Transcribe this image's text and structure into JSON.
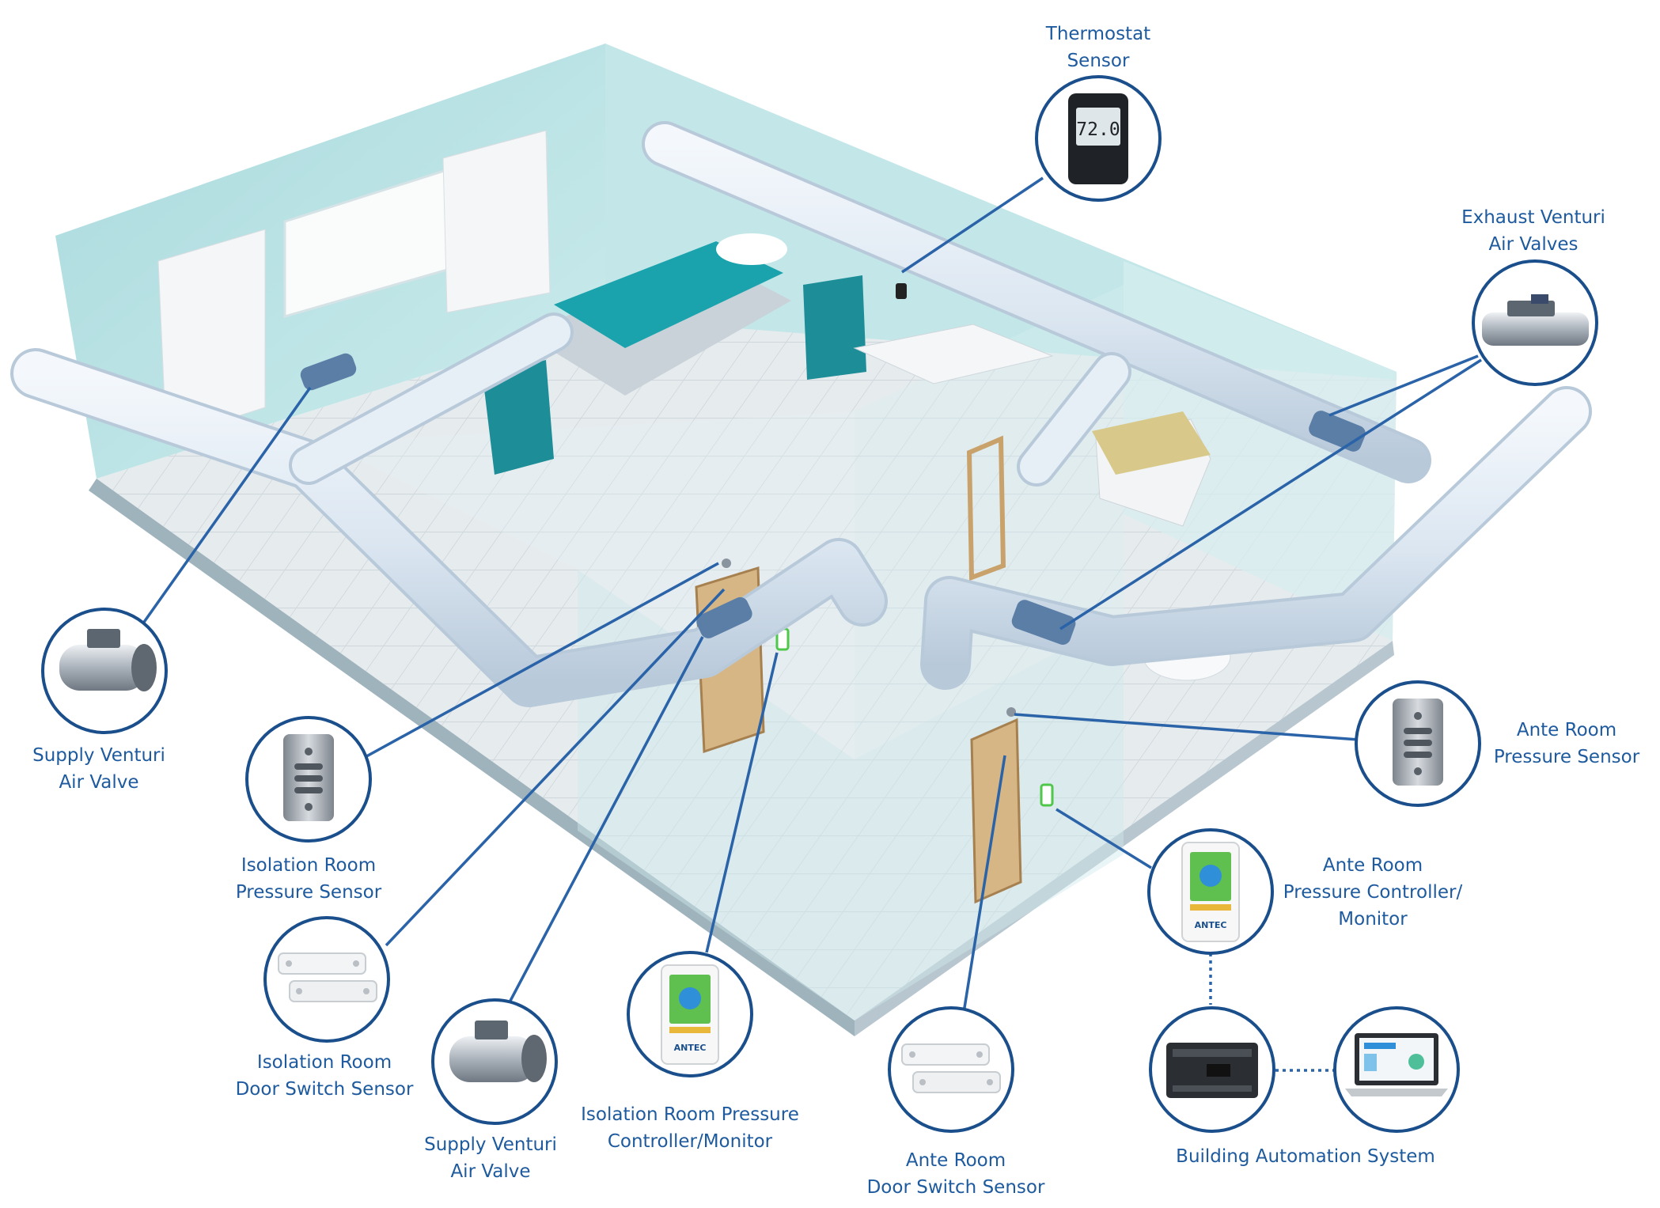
{
  "colors": {
    "label_text": "#1e5a9e",
    "callout_line": "#2a63a8",
    "circle_stroke": "#1a4f8c",
    "wall": "#bfe4e6",
    "floor": "#dfe6ea",
    "duct": "#dfe9f3",
    "bed": "#1aa3ad",
    "door": "#d7b685",
    "controller_green": "#5fbf4f"
  },
  "devices": {
    "thermostat": {
      "lines": [
        "Thermostat",
        "Sensor"
      ],
      "display": "72.0",
      "icon": "thermostat-icon"
    },
    "exhaust_valve": {
      "lines": [
        "Exhaust Venturi",
        "Air Valves"
      ],
      "icon": "venturi-valve-icon"
    },
    "supply_valve_left": {
      "lines": [
        "Supply Venturi",
        "Air Valve"
      ],
      "icon": "venturi-valve-icon"
    },
    "iso_pressure_sensor": {
      "lines": [
        "Isolation Room",
        "Pressure Sensor"
      ],
      "icon": "pressure-sensor-icon"
    },
    "iso_door_switch": {
      "lines": [
        "Isolation Room",
        "Door Switch Sensor"
      ],
      "icon": "door-switch-icon"
    },
    "supply_valve_center": {
      "lines": [
        "Supply Venturi",
        "Air Valve"
      ],
      "icon": "venturi-valve-icon"
    },
    "iso_controller": {
      "lines": [
        "Isolation Room Pressure",
        "Controller/Monitor"
      ],
      "brand": "ANTEC",
      "icon": "pressure-controller-icon"
    },
    "ante_door_switch": {
      "lines": [
        "Ante Room",
        "Door Switch Sensor"
      ],
      "icon": "door-switch-icon"
    },
    "ante_pressure_sensor": {
      "lines": [
        "Ante Room",
        "Pressure Sensor"
      ],
      "icon": "pressure-sensor-icon"
    },
    "ante_controller": {
      "lines": [
        "Ante Room",
        "Pressure Controller/",
        "Monitor"
      ],
      "brand": "ANTEC",
      "icon": "pressure-controller-icon"
    },
    "bas": {
      "lines": [
        "Building Automation System"
      ],
      "icons": [
        "automation-controller-icon",
        "laptop-icon"
      ]
    }
  }
}
